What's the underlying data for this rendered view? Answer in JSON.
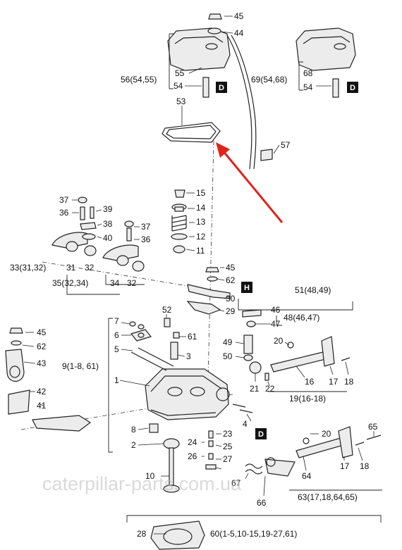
{
  "watermark": "caterpillar-parts.com.ua",
  "arrow_color": "#e0231c",
  "callouts": {
    "p1": "1",
    "p2": "2",
    "p3": "3",
    "p4": "4",
    "p5": "5",
    "p6": "6",
    "p7": "7",
    "p8": "8",
    "p9_group": "9(1-8, 61)",
    "p10": "10",
    "p11": "11",
    "p12": "12",
    "p13": "13",
    "p14": "14",
    "p15": "15",
    "p16": "16",
    "p17a": "17",
    "p17b": "17",
    "p18a": "18",
    "p18b": "18",
    "p19_group": "19(16-18)",
    "p20a": "20",
    "p20b": "20",
    "p21": "21",
    "p22": "22",
    "p23": "23",
    "p24": "24",
    "p25": "25",
    "p26": "26",
    "p27": "27",
    "p28": "28",
    "p29": "29",
    "p30": "30",
    "p31": "31",
    "p32a": "32",
    "p32b": "32",
    "p33_group": "33(31,32)",
    "p34": "34",
    "p35_group": "35(32,34)",
    "p36a": "36",
    "p36b": "36",
    "p37a": "37",
    "p37b": "37",
    "p38": "38",
    "p39": "39",
    "p40": "40",
    "p41": "41",
    "p42": "42",
    "p43": "43",
    "p44": "44",
    "p45a": "45",
    "p45b": "45",
    "p45c": "45",
    "p46": "46",
    "p47": "47",
    "p48_group": "48(46,47)",
    "p49": "49",
    "p50": "50",
    "p51_group": "51(48,49)",
    "p52": "52",
    "p53": "53",
    "p54a": "54",
    "p54b": "54",
    "p55": "55",
    "p56_group": "56(54,55)",
    "p57": "57",
    "p60_group": "60(1-5,10-15,19-27,61)",
    "p61": "61",
    "p62a": "62",
    "p62b": "62",
    "p63_group": "63(17,18,64,65)",
    "p64": "64",
    "p65": "65",
    "p66": "66",
    "p67": "67",
    "p68": "68",
    "p69_group": "69(54,68)"
  },
  "badges": {
    "d1": "D",
    "d2": "D",
    "h": "H",
    "d3": "D"
  }
}
